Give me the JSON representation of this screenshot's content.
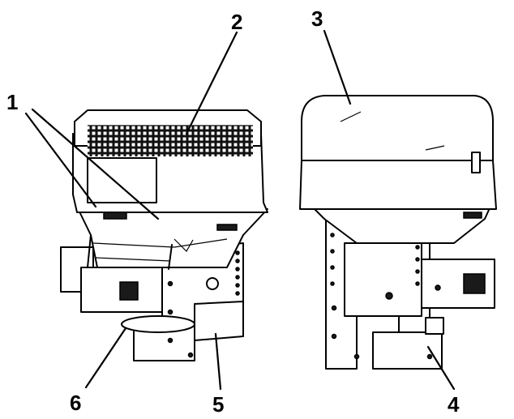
{
  "callouts": [
    {
      "id": "1",
      "label": "1"
    },
    {
      "id": "2",
      "label": "2"
    },
    {
      "id": "3",
      "label": "3"
    },
    {
      "id": "4",
      "label": "4"
    },
    {
      "id": "5",
      "label": "5"
    },
    {
      "id": "6",
      "label": "6"
    }
  ],
  "colors": {
    "line": "#000000",
    "background": "#ffffff",
    "screen": "#1a1a1a"
  }
}
